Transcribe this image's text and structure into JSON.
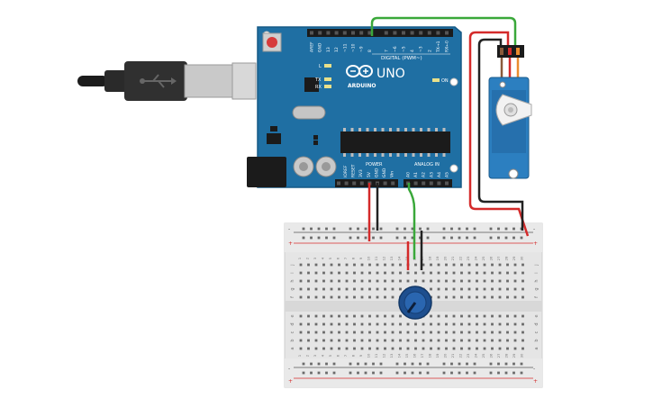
{
  "board": {
    "digital_label": "DIGITAL (PWM~)",
    "uno_label": "UNO",
    "arduino_label": "ARDUINO",
    "on_label": "ON",
    "power_label": "POWER",
    "analog_label": "ANALOG IN",
    "l_label": "L",
    "tx_label": "TX",
    "rx_label": "RX",
    "digital_pins": [
      "AREF",
      "GND",
      "13",
      "12",
      "~11",
      "~10",
      "~9",
      "8",
      "7",
      "~6",
      "~5",
      "4",
      "~3",
      "2",
      "TX→1",
      "RX←0"
    ],
    "power_pins": [
      "IOREF",
      "RESET",
      "3V3",
      "5V",
      "GND",
      "GND",
      "Vin"
    ],
    "analog_pins": [
      "A0",
      "A1",
      "A2",
      "A3",
      "A4",
      "A5"
    ]
  },
  "breadboard": {
    "col_numbers": [
      "1",
      "2",
      "3",
      "4",
      "5",
      "6",
      "7",
      "8",
      "9",
      "10",
      "11",
      "12",
      "13",
      "14",
      "15",
      "16",
      "17",
      "18",
      "19",
      "20",
      "21",
      "22",
      "23",
      "24",
      "25",
      "26",
      "27",
      "28",
      "29",
      "30"
    ],
    "top_rows": [
      "j",
      "i",
      "h",
      "g",
      "f"
    ],
    "bottom_rows": [
      "e",
      "d",
      "c",
      "b",
      "a"
    ],
    "plus": "+",
    "minus": "-"
  },
  "colors": {
    "board": "#1f6fa3",
    "board_dark": "#15527a",
    "servo": "#2c7fc0",
    "wire_red": "#d42a2a",
    "wire_black": "#222222",
    "wire_green": "#3aa83a",
    "pot": "#1e4f8f"
  }
}
